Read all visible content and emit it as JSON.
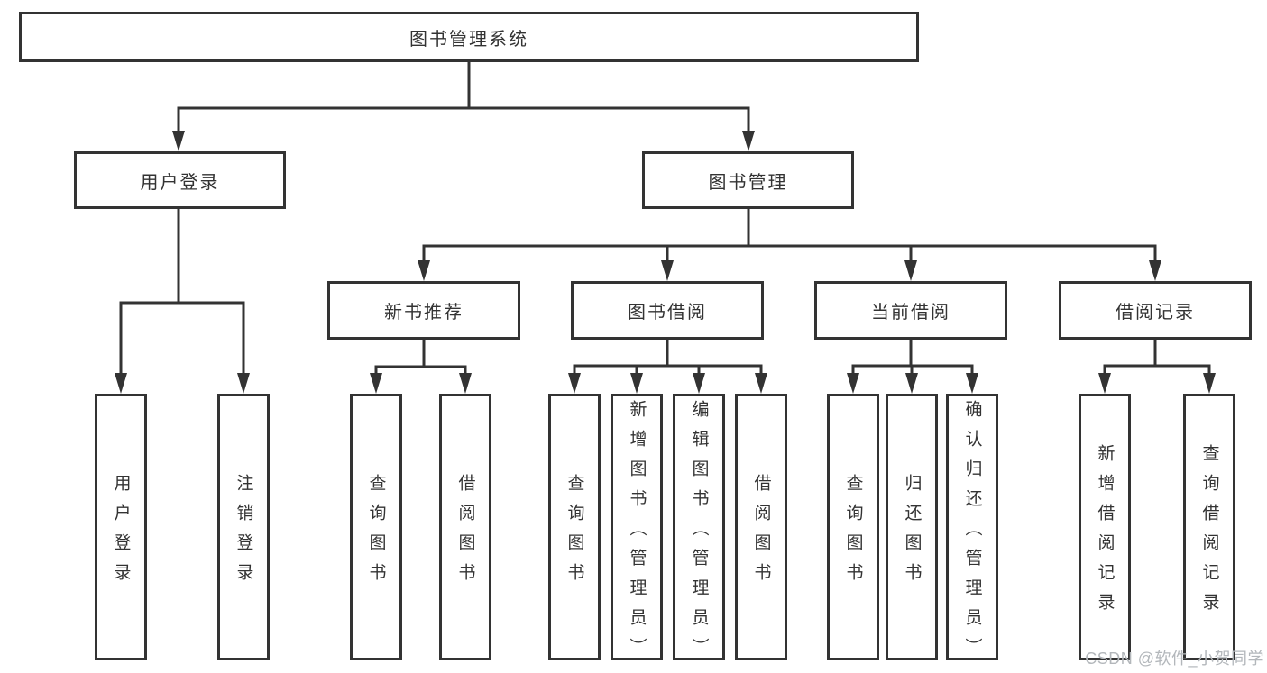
{
  "diagram": {
    "colors": {
      "line": "#333333",
      "box_border": "#333333",
      "background": "#ffffff",
      "watermark": "#b3b7bb"
    },
    "nodes": {
      "root": {
        "label": "图书管理系统"
      },
      "user_login_group": {
        "label": "用户登录"
      },
      "book_management": {
        "label": "图书管理"
      },
      "new_book_recommend": {
        "label": "新书推荐"
      },
      "book_borrowing": {
        "label": "图书借阅"
      },
      "current_borrowing": {
        "label": "当前借阅"
      },
      "borrowing_records": {
        "label": "借阅记录"
      },
      "leaf_user_login": {
        "label": "用户登录"
      },
      "leaf_logout": {
        "label": "注销登录"
      },
      "leaf_nbr_query_books": {
        "label": "查询图书"
      },
      "leaf_nbr_borrow_books": {
        "label": "借阅图书"
      },
      "leaf_bb_query_books": {
        "label": "查询图书"
      },
      "leaf_bb_add_books_admin": {
        "label": "新增图书（管理员）"
      },
      "leaf_bb_edit_books_admin": {
        "label": "编辑图书（管理员）"
      },
      "leaf_bb_borrow_books": {
        "label": "借阅图书"
      },
      "leaf_cb_query_books": {
        "label": "查询图书"
      },
      "leaf_cb_return_books": {
        "label": "归还图书"
      },
      "leaf_cb_confirm_return_admin": {
        "label": "确认归还（管理员）"
      },
      "leaf_br_add_record": {
        "label": "新增借阅记录"
      },
      "leaf_br_query_record": {
        "label": "查询借阅记录"
      }
    },
    "watermark": "CSDN @软件_小贺同学"
  }
}
